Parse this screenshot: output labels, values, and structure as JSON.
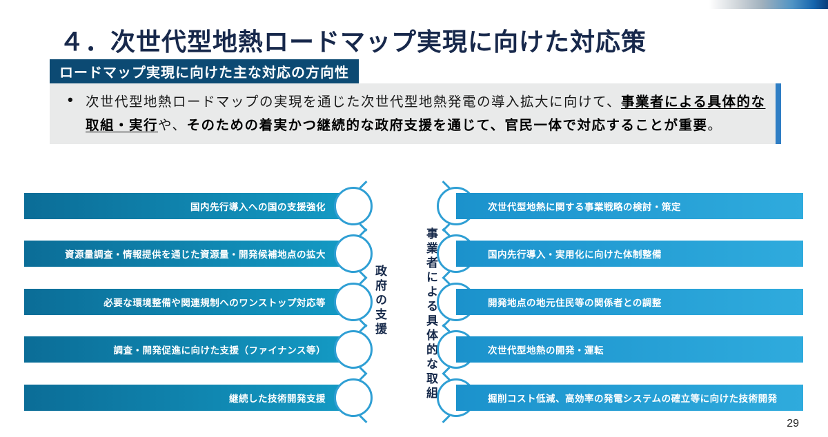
{
  "header": {
    "title": "４．次世代型地熱ロードマップ実現に向けた対応策",
    "badge": "ロードマップ実現に向けた主な対応の方向性"
  },
  "summary": {
    "bullet": "•",
    "segments": [
      {
        "text": "次世代型地熱ロードマップの実現を通じた次世代型地熱発電の導入拡大に向けて、"
      },
      {
        "text": "事業者による具体的な取組・実行"
      },
      {
        "text": "や、"
      },
      {
        "text": "そのための着実かつ継続的な政府支援を通じて、官民一体で対応することが重要"
      },
      {
        "text": "。"
      }
    ]
  },
  "diagram": {
    "left": {
      "axis_label": "政府の支援",
      "items": [
        "国内先行導入への国の支援強化",
        "資源量調査・情報提供を通じた資源量・開発候補地点の拡大",
        "必要な環境整備や関連規制へのワンストップ対応等",
        "調査・開発促進に向けた支援（ファイナンス等）",
        "継続した技術開発支援"
      ]
    },
    "right": {
      "axis_label": "事業者による具体的な取組",
      "items": [
        "次世代型地熱に関する事業戦略の検討・策定",
        "国内先行導入・実用化に向けた体制整備",
        "開発地点の地元住民等の関係者との調整",
        "次世代型地熱の開発・運転",
        "掘削コスト低減、高効率の発電システムの確立等に向けた技術開発"
      ]
    }
  },
  "footer": {
    "page_number": "29"
  },
  "colors": {
    "title_navy": "#17284b",
    "badge_blue": "#0c4a73",
    "gov_bar_blue": "#0b6d97",
    "biz_bar_blue": "#1b92cc",
    "node_outline_blue": "#2f9fd4",
    "summary_accent_blue": "#2f7ec4",
    "summary_bg_gray": "#e9eaea"
  }
}
